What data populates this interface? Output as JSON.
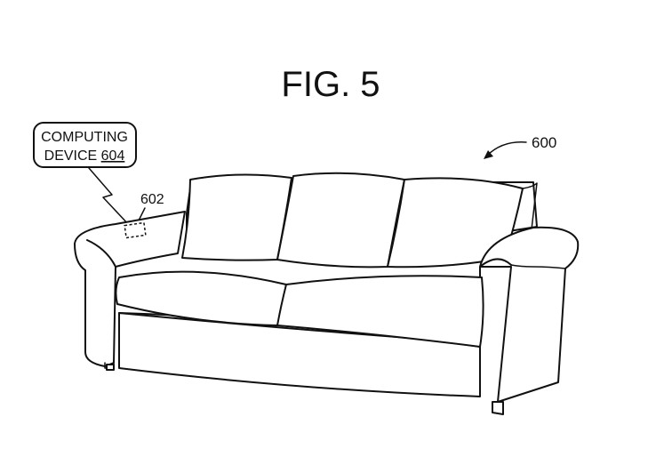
{
  "figure": {
    "title": "FIG. 5",
    "labels": {
      "sofa_ref": "600",
      "sensor_ref": "602",
      "device_line1": "COMPUTING",
      "device_line2_prefix": "DEVICE ",
      "device_line2_ref": "604"
    }
  }
}
